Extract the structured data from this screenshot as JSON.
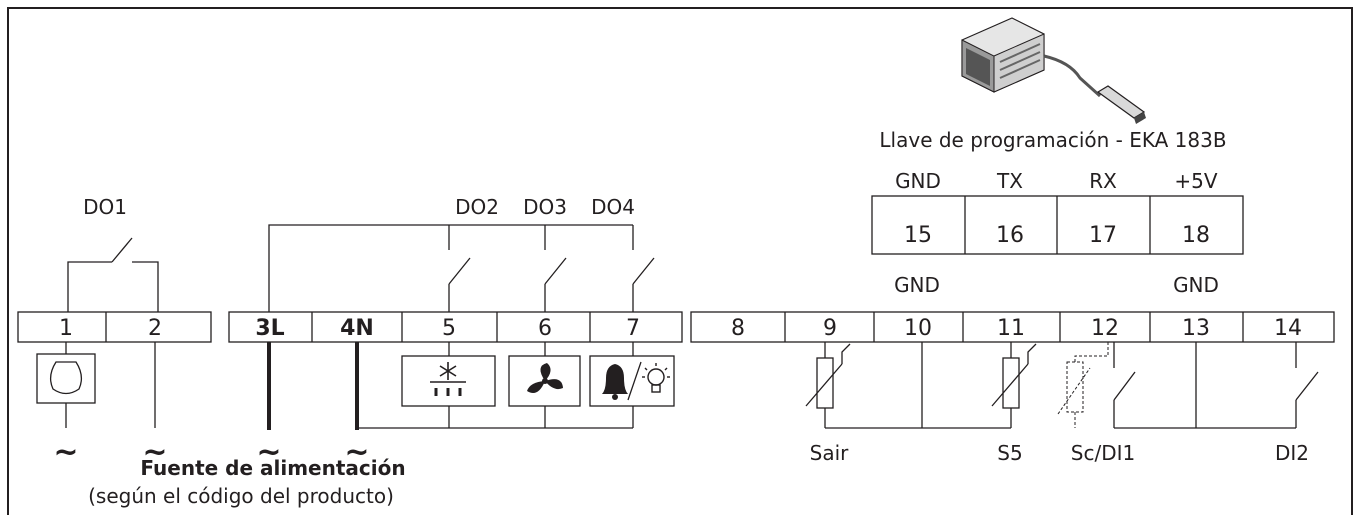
{
  "programming_key": {
    "caption": "Llave de programación - EKA 183B",
    "pin_labels": [
      "GND",
      "TX",
      "RX",
      "+5V"
    ],
    "terminals": [
      "15",
      "16",
      "17",
      "18"
    ]
  },
  "relays": {
    "do1": "DO1",
    "do2": "DO2",
    "do3": "DO3",
    "do4": "DO4"
  },
  "terminals_left": [
    "1",
    "2"
  ],
  "terminals_power": [
    "3L",
    "4N",
    "5",
    "6",
    "7"
  ],
  "terminals_right": [
    "8",
    "9",
    "10",
    "11",
    "12",
    "13",
    "14"
  ],
  "gnd_labels": [
    "GND",
    "GND"
  ],
  "sensors": {
    "sair": "Sair",
    "s5": "S5",
    "sc_di1": "Sc/DI1",
    "di2": "DI2"
  },
  "power": {
    "tilde": "~",
    "title": "Fuente de alimentación",
    "subtitle": "(según el código del producto)"
  },
  "icons": [
    "compressor-icon",
    "defrost-icon",
    "fan-icon",
    "alarm-bell-icon",
    "light-bulb-icon",
    "programming-key-icon"
  ]
}
